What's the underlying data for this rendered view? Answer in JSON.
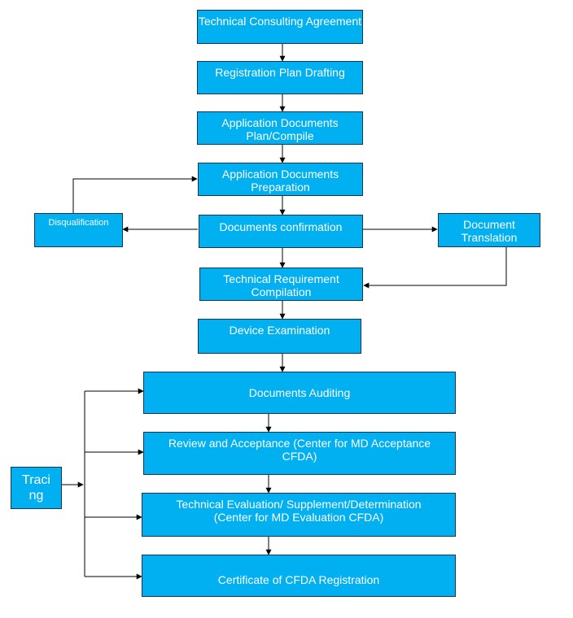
{
  "boxes": {
    "consulting": "Technical Consulting Agreement",
    "plan_drafting": "Registration Plan Drafting",
    "plan_compile": "Application Documents Plan/Compile",
    "preparation": "Application Documents Preparation",
    "confirmation": "Documents confirmation",
    "disqualification": "Disqualification",
    "translation": "Document Translation",
    "tech_req": "Technical Requirement Compilation",
    "device_exam": "Device Examination",
    "auditing": "Documents Auditing",
    "review": "Review and Acceptance (Center for MD Acceptance CFDA)",
    "evaluation": "Technical Evaluation/ Supplement/Determination (Center for MD Evaluation CFDA)",
    "certificate": "Certificate of CFDA Registration",
    "tracing": "Tracing"
  },
  "colors": {
    "box_fill": "#00b0f0",
    "box_border": "#1a3550",
    "box_text": "#ffffff",
    "connector": "#000000"
  }
}
